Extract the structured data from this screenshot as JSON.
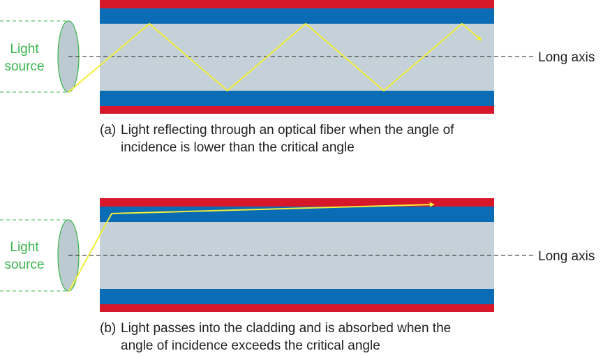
{
  "colors": {
    "cladding_outer": "#d7182a",
    "cladding_inner": "#0a6cb5",
    "core": "#c4d1d8",
    "light_ray": "#f2ee3a",
    "source_fill": "#bccad1",
    "source_stroke": "#39b54a",
    "axis": "#231f20"
  },
  "panel_a": {
    "source_label_line1": "Light",
    "source_label_line2": "source",
    "axis_label": "Long axis",
    "caption_tag": "(a)",
    "caption_line1": "Light reflecting through an optical fiber when the angle of",
    "caption_line2": "incidence is lower than the critical angle"
  },
  "panel_b": {
    "source_label_line1": "Light",
    "source_label_line2": "source",
    "axis_label": "Long axis",
    "caption_tag": "(b)",
    "caption_line1": "Light passes into the cladding and is absorbed when the",
    "caption_line2": "angle of incidence exceeds the critical angle"
  }
}
